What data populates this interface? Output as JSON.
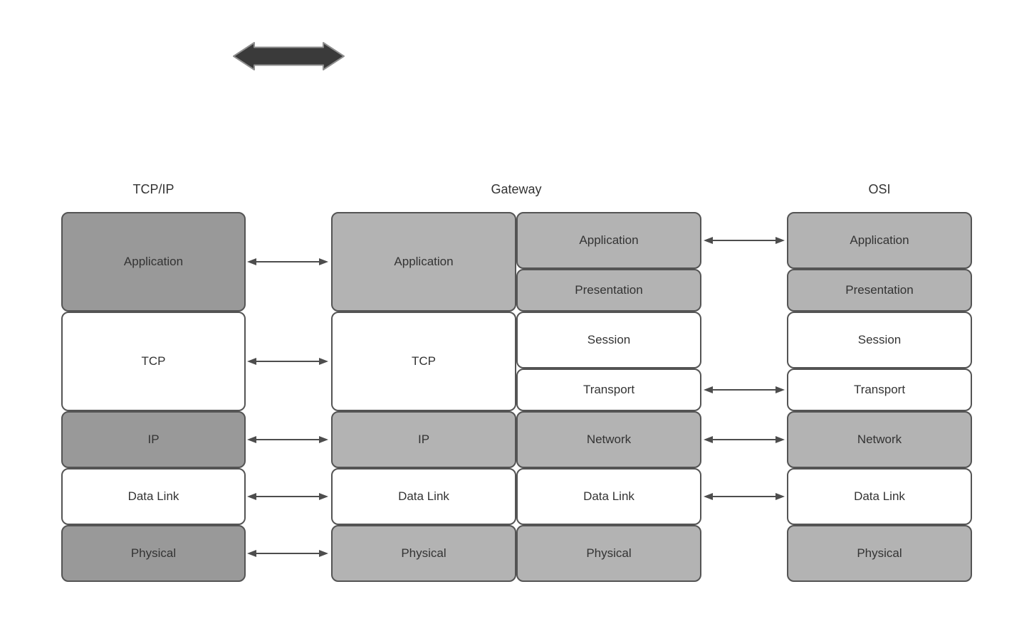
{
  "colors": {
    "background": "#ffffff",
    "box_dark_gray": "#999999",
    "box_light_gray": "#b3b3b3",
    "box_white": "#ffffff",
    "box_border": "#545454",
    "arrow": "#4d4d4d",
    "thick_arrow_fill": "#3a3a3a",
    "thick_arrow_stroke": "#8f8f8f",
    "text": "#333333"
  },
  "headers": {
    "tcpip": "TCP/IP",
    "gateway": "Gateway",
    "osi": "OSI"
  },
  "tcpip_stack": {
    "layers": [
      {
        "label": "Application"
      },
      {
        "label": "TCP"
      },
      {
        "label": "IP"
      },
      {
        "label": "Data Link"
      },
      {
        "label": "Physical"
      }
    ]
  },
  "gateway_left_stack": {
    "layers": [
      {
        "label": "Application"
      },
      {
        "label": "TCP"
      },
      {
        "label": "IP"
      },
      {
        "label": "Data Link"
      },
      {
        "label": "Physical"
      }
    ]
  },
  "gateway_right_stack": {
    "layers": [
      {
        "label": "Application"
      },
      {
        "label": "Presentation"
      },
      {
        "label": "Session"
      },
      {
        "label": "Transport"
      },
      {
        "label": "Network"
      },
      {
        "label": "Data Link"
      },
      {
        "label": "Physical"
      }
    ]
  },
  "osi_stack": {
    "layers": [
      {
        "label": "Application"
      },
      {
        "label": "Presentation"
      },
      {
        "label": "Session"
      },
      {
        "label": "Transport"
      },
      {
        "label": "Network"
      },
      {
        "label": "Data Link"
      },
      {
        "label": "Physical"
      }
    ]
  }
}
